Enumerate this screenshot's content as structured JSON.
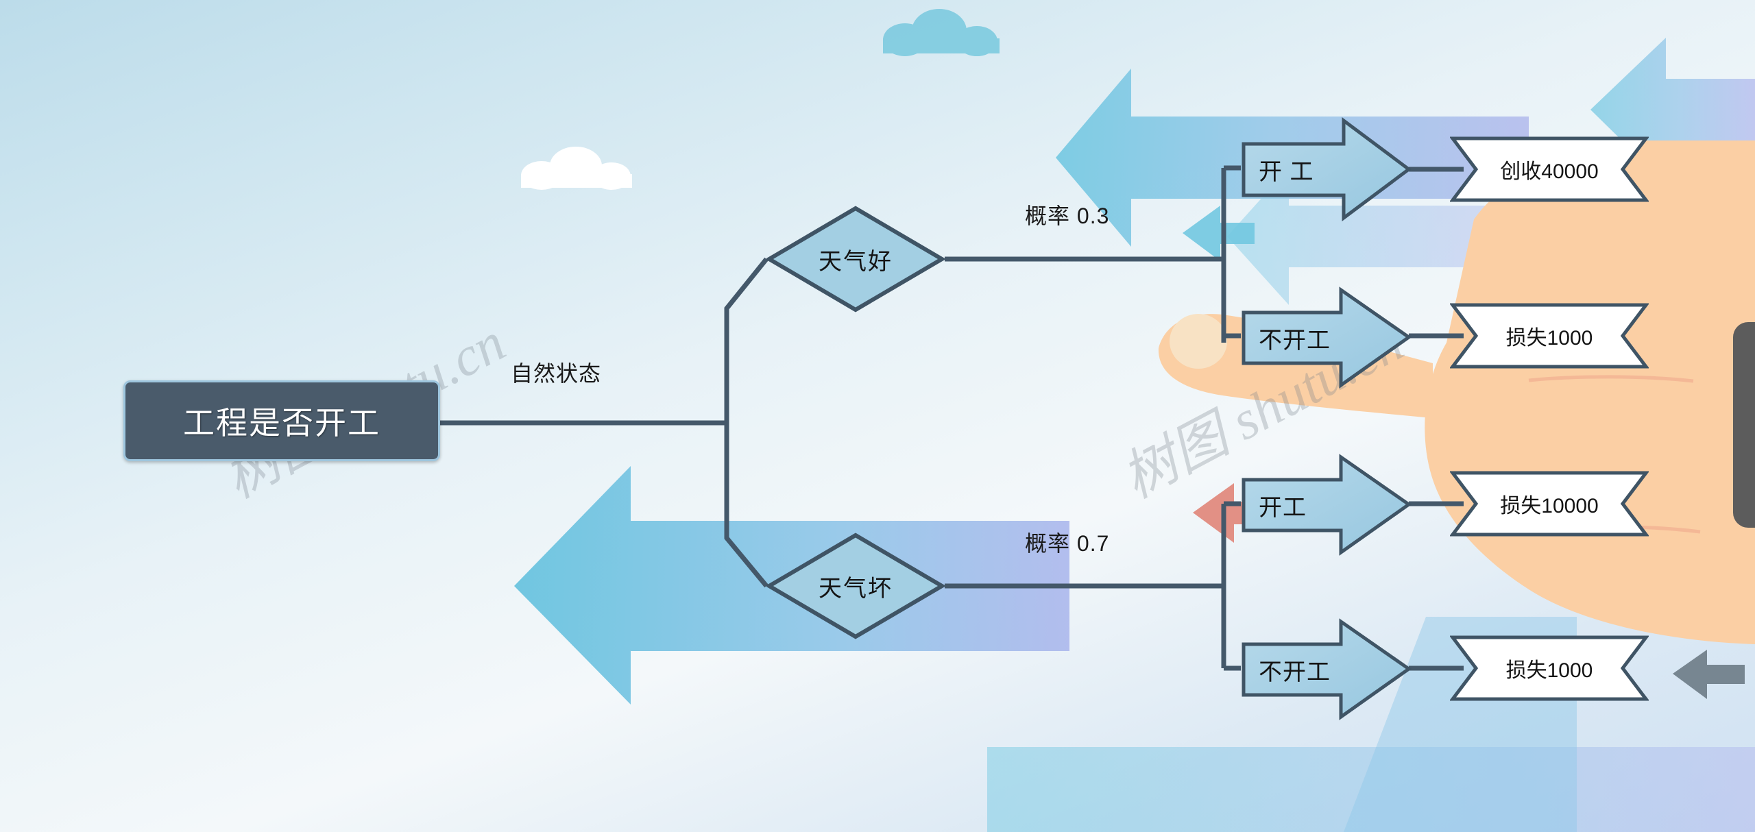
{
  "diagram": {
    "type": "decision-tree",
    "title_node": {
      "label": "工程是否开工"
    },
    "branch_label_root": "自然状态",
    "states": [
      {
        "id": "good",
        "label": "天气好",
        "probability_label": "概率 0.3",
        "probability": 0.3
      },
      {
        "id": "bad",
        "label": "天气坏",
        "probability_label": "概率 0.7",
        "probability": 0.7
      }
    ],
    "actions": [
      {
        "id": "good-start",
        "label": "开 工",
        "outcome": "创收40000",
        "outcome_value": 40000,
        "outcome_kind": "gain"
      },
      {
        "id": "good-notstart",
        "label": "不开工",
        "outcome": "损失1000",
        "outcome_value": -1000,
        "outcome_kind": "loss"
      },
      {
        "id": "bad-start",
        "label": "开工",
        "outcome": "损失10000",
        "outcome_value": -10000,
        "outcome_kind": "loss"
      },
      {
        "id": "bad-notstart",
        "label": "不开工",
        "outcome": "损失1000",
        "outcome_value": -1000,
        "outcome_kind": "loss"
      }
    ]
  },
  "watermarks": [
    {
      "text": "树图 shutu.cn"
    },
    {
      "text": "树图 shutu.cn"
    }
  ],
  "colors": {
    "root_fill": "#4a5b6b",
    "root_border": "#9ec6de",
    "node_fill": "#a3cfe3",
    "node_stroke": "#3f5465",
    "ribbon_fill": "#ffffff",
    "edge_stroke": "#44586a",
    "background_top": "#bcdcea",
    "background_bottom": "#cfe1f2",
    "decor_arrow_cyan": "#72c8e0",
    "decor_arrow_periwinkle": "#a8b4ea",
    "decor_arrow_red": "#e08a7e",
    "hand_skin": "#fbcfa4",
    "right_panel": "#5c5c5c"
  }
}
